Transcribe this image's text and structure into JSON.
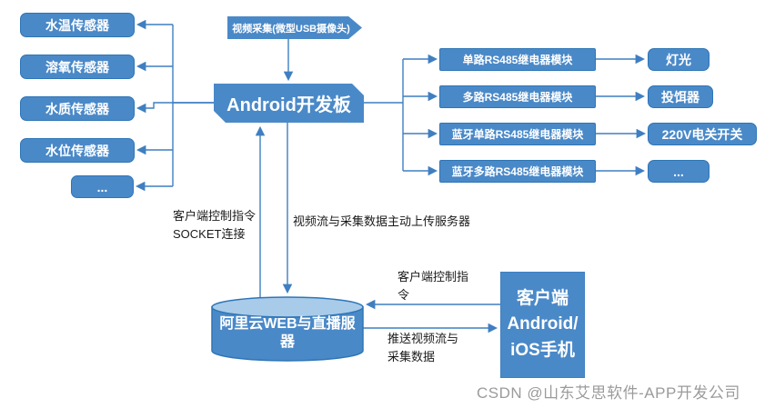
{
  "diagram": {
    "camera_banner": "视频采集(微型USB摄像头)",
    "board": "Android开发板",
    "sensors": [
      "水温传感器",
      "溶氧传感器",
      "水质传感器",
      "水位传感器",
      "..."
    ],
    "relays": [
      "单路RS485继电器模块",
      "多路RS485继电器模块",
      "蓝牙单路RS485继电器模块",
      "蓝牙多路RS485继电器模块"
    ],
    "devices": [
      "灯光",
      "投饵器",
      "220V电关开关",
      "..."
    ],
    "server": "阿里云WEB与直播服\n器",
    "client": "客户端\nAndroid/\niOS手机",
    "labels": {
      "socket": "客户端控制指令\nSOCKET连接",
      "upload": "视频流与采集数据主动上传服务器",
      "client_cmd": "客户端控制指\n令",
      "push": "推送视频流与\n采集数据"
    },
    "watermark": "CSDN @山东艾思软件-APP开发公司",
    "colors": {
      "box_fill": "#4a89c8",
      "box_border": "#2e75b6",
      "line": "#3f7fc1",
      "cylinder_top": "#a8cbe9",
      "label_text": "#1a1a1a",
      "watermark_text": "#9b9b9b"
    }
  }
}
